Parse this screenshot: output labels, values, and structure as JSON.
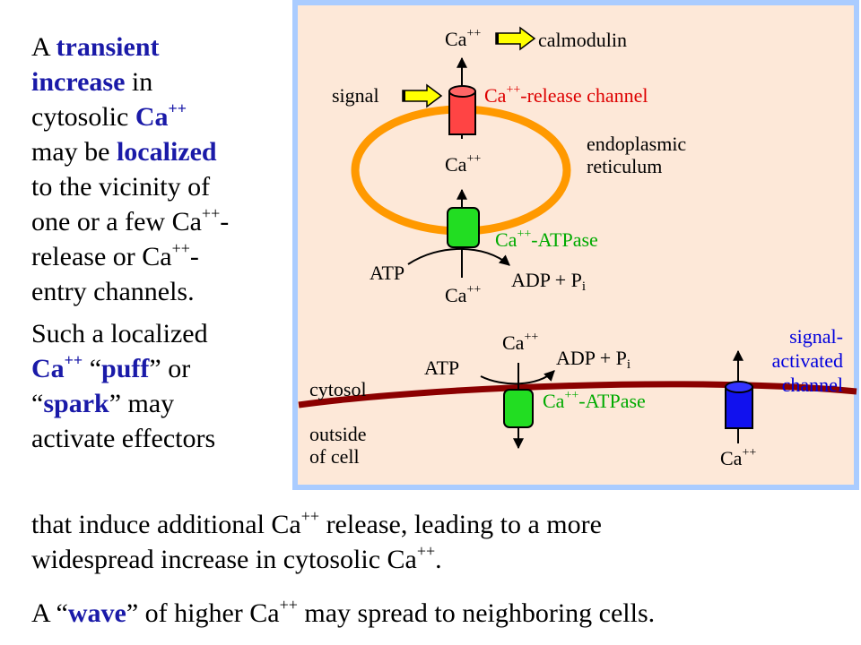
{
  "colors": {
    "emphasis": "#1a1aa8",
    "panel_border": "#aaccff",
    "panel_fill": "#fde8d8",
    "er_membrane": "#ff9900",
    "plasma_membrane": "#8b0000",
    "release_channel": "#ff4444",
    "atpase": "#22dd22",
    "signal_channel": "#1111ee",
    "arrow_fill": "#ffff00",
    "red_label": "#dd0000",
    "green_label": "#00aa00",
    "blue_label": "#0000dd"
  },
  "left_text": {
    "p1": {
      "a": "A ",
      "transient": "transient",
      "increase": "increase",
      "in": " in",
      "cytosolic": "cytosolic ",
      "ca": "Ca",
      "ca_sup": "++",
      "may_be": "may be ",
      "localized": "localized",
      "to_vicinity": "to the vicinity of",
      "one_or": "one or a few Ca",
      "sup2": "++",
      "dash1": "-",
      "release_or": "release or Ca",
      "sup3": "++",
      "dash2": "-",
      "entry": "entry channels."
    },
    "p2": {
      "such": "Such a localized",
      "ca": "Ca",
      "ca_sup": "++",
      "quote_open": " “",
      "puff": "puff",
      "quote_close_or": "” or",
      "quote_open2": "“",
      "spark": "spark",
      "quote_close_may": "” may",
      "activate": "activate effectors"
    }
  },
  "bottom": {
    "line1_a": "that induce additional Ca",
    "line1_sup": "++",
    "line1_b": " release, leading to a more",
    "line2_a": "widespread increase in cytosolic Ca",
    "line2_sup": "++",
    "line2_b": ".",
    "wave_a": "A “",
    "wave": "wave",
    "wave_b": "” of higher Ca",
    "wave_sup": "++",
    "wave_c": " may spread to neighboring cells."
  },
  "diagram": {
    "ca": "Ca",
    "ca_sup": "++",
    "calmodulin": "calmodulin",
    "signal": "signal",
    "release_channel": "-release channel",
    "er_line1": "endoplasmic",
    "er_line2": "reticulum",
    "atpase_label": "-ATPase",
    "atp": "ATP",
    "adp": "ADP + P",
    "pi_sub": "i",
    "cytosol": "cytosol",
    "outside_line1": "outside",
    "outside_line2": "of cell",
    "signal_ch_line1": "signal-",
    "signal_ch_line2": "activated",
    "signal_ch_line3": "channel"
  }
}
